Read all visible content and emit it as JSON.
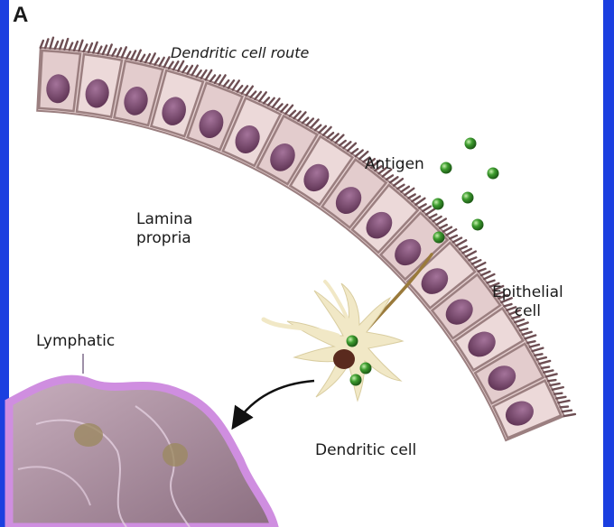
{
  "panel_letter": "A",
  "labels": {
    "route": "Dendritic cell route",
    "antigen": "Antigen",
    "lamina_propria": "Lamina\npropria",
    "epithelial_cell": "Epithelial\ncell",
    "lymphatic": "Lymphatic",
    "dendritic_cell": "Dendritic cell"
  },
  "colors": {
    "frame_blue": "#1b3fe0",
    "cell_body": "#e7d2d2",
    "cell_border": "#9b7f80",
    "nucleus": "#7b4a6e",
    "microvilli": "#6d4e53",
    "antigen": "#3e9d2f",
    "dendritic_cell": "#f1e8c6",
    "dendritic_nucleus": "#5a2a1e",
    "lymphatic_outline": "#cf8ee0",
    "lymphatic_fill": "#b395a8"
  },
  "epithelial_cell_count": 16,
  "antigen_particle_count": 7,
  "dendritic_antigen_count": 3
}
